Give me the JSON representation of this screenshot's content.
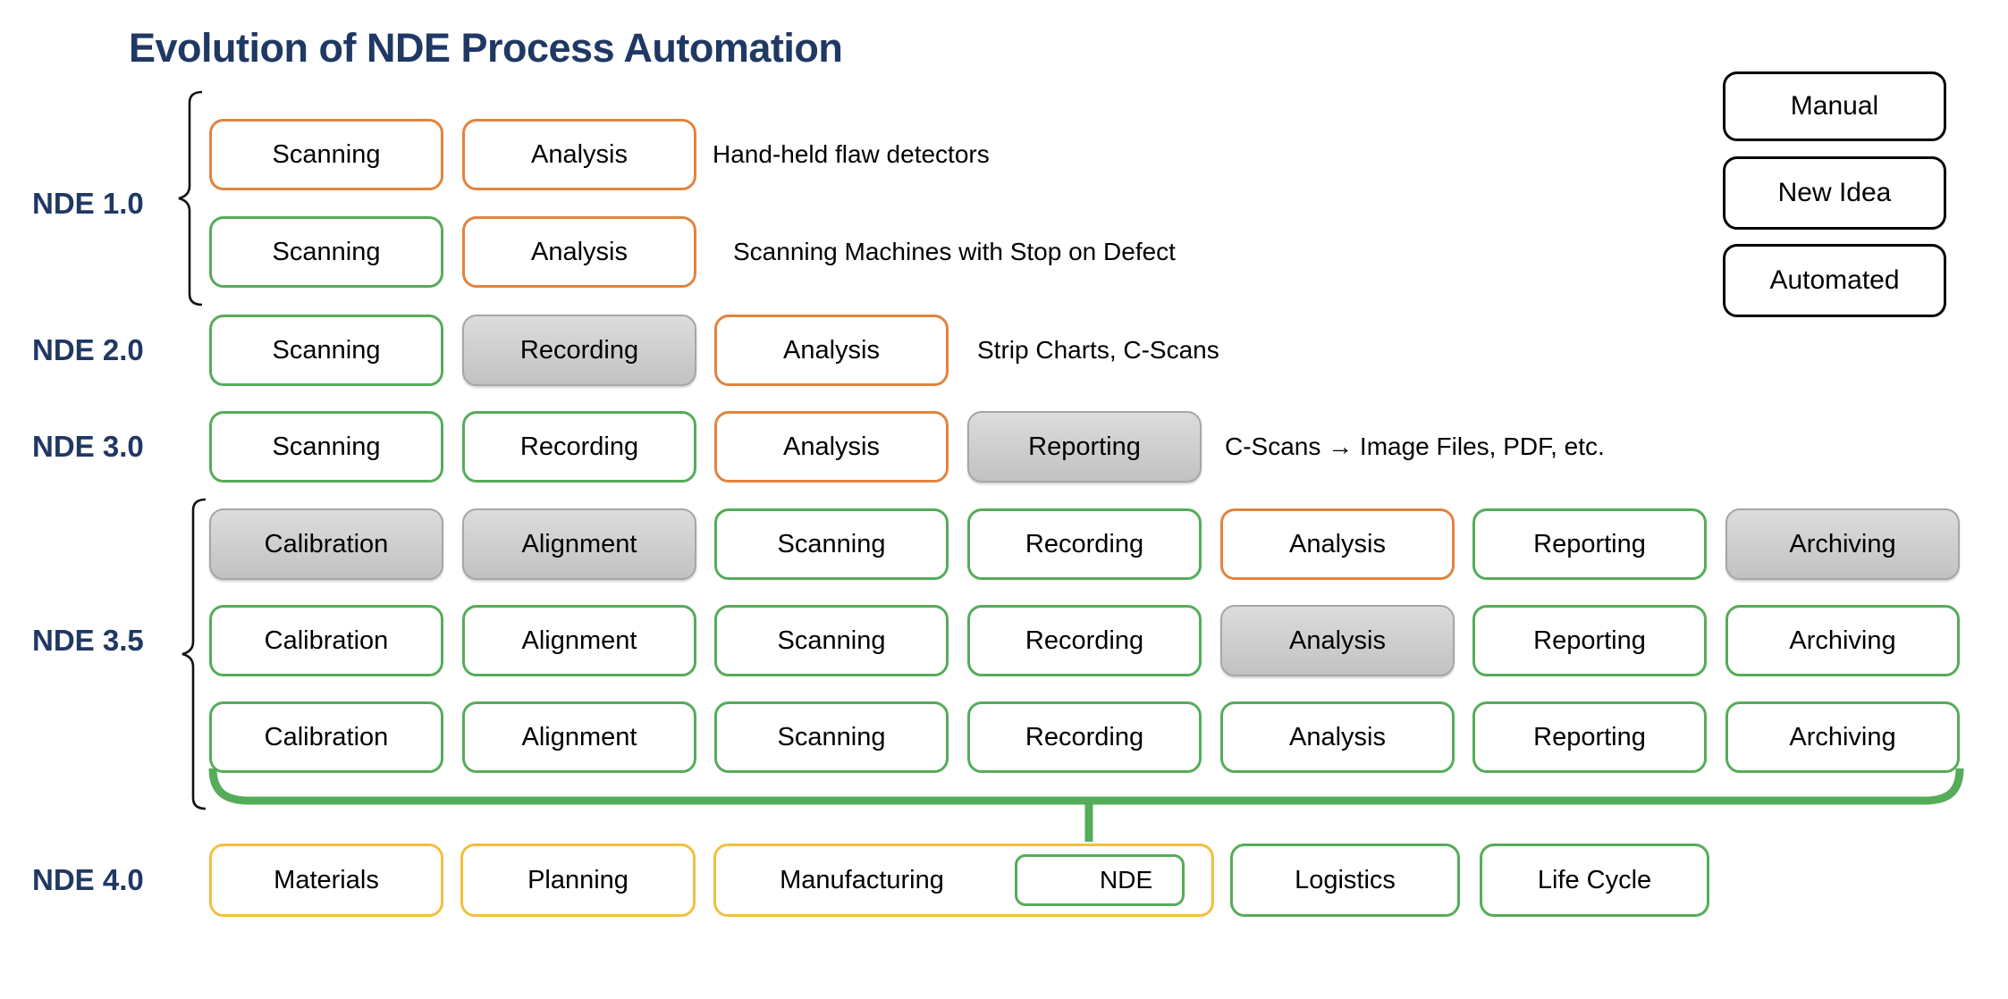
{
  "title": "Evolution of NDE Process Automation",
  "colors": {
    "navy": "#1F3864",
    "manual_orange": "#E2833E",
    "automated_green": "#55AC59",
    "new_idea_gray": "#C9C9C9",
    "nde4_gold": "#F3BF3E"
  },
  "legend": [
    {
      "label": "Manual",
      "type": "manual"
    },
    {
      "label": "New Idea",
      "type": "new_idea"
    },
    {
      "label": "Automated",
      "type": "automated"
    }
  ],
  "generations": [
    {
      "label": "NDE 1.0",
      "rows": [
        {
          "boxes": [
            {
              "label": "Scanning",
              "type": "manual"
            },
            {
              "label": "Analysis",
              "type": "manual"
            }
          ],
          "annotation": "Hand-held flaw detectors"
        },
        {
          "boxes": [
            {
              "label": "Scanning",
              "type": "automated"
            },
            {
              "label": "Analysis",
              "type": "manual"
            }
          ],
          "annotation": "Scanning Machines with Stop on Defect"
        }
      ]
    },
    {
      "label": "NDE 2.0",
      "rows": [
        {
          "boxes": [
            {
              "label": "Scanning",
              "type": "automated"
            },
            {
              "label": "Recording",
              "type": "new_idea"
            },
            {
              "label": "Analysis",
              "type": "manual"
            }
          ],
          "annotation": "Strip Charts, C-Scans"
        }
      ]
    },
    {
      "label": "NDE 3.0",
      "rows": [
        {
          "boxes": [
            {
              "label": "Scanning",
              "type": "automated"
            },
            {
              "label": "Recording",
              "type": "automated"
            },
            {
              "label": "Analysis",
              "type": "manual"
            },
            {
              "label": "Reporting",
              "type": "new_idea"
            }
          ],
          "annotation": "C-Scans → Image Files, PDF, etc."
        }
      ]
    },
    {
      "label": "NDE 3.5",
      "rows": [
        {
          "boxes": [
            {
              "label": "Calibration",
              "type": "new_idea"
            },
            {
              "label": "Alignment",
              "type": "new_idea"
            },
            {
              "label": "Scanning",
              "type": "automated"
            },
            {
              "label": "Recording",
              "type": "automated"
            },
            {
              "label": "Analysis",
              "type": "manual"
            },
            {
              "label": "Reporting",
              "type": "automated"
            },
            {
              "label": "Archiving",
              "type": "new_idea"
            }
          ]
        },
        {
          "boxes": [
            {
              "label": "Calibration",
              "type": "automated"
            },
            {
              "label": "Alignment",
              "type": "automated"
            },
            {
              "label": "Scanning",
              "type": "automated"
            },
            {
              "label": "Recording",
              "type": "automated"
            },
            {
              "label": "Analysis",
              "type": "new_idea"
            },
            {
              "label": "Reporting",
              "type": "automated"
            },
            {
              "label": "Archiving",
              "type": "automated"
            }
          ]
        },
        {
          "boxes": [
            {
              "label": "Calibration",
              "type": "automated"
            },
            {
              "label": "Alignment",
              "type": "automated"
            },
            {
              "label": "Scanning",
              "type": "automated"
            },
            {
              "label": "Recording",
              "type": "automated"
            },
            {
              "label": "Analysis",
              "type": "automated"
            },
            {
              "label": "Reporting",
              "type": "automated"
            },
            {
              "label": "Archiving",
              "type": "automated"
            }
          ]
        }
      ]
    },
    {
      "label": "NDE 4.0",
      "rows": [
        {
          "boxes": [
            {
              "label": "Materials",
              "type": "nde4"
            },
            {
              "label": "Planning",
              "type": "nde4"
            },
            {
              "label": "Manufacturing",
              "type": "nde4",
              "child": {
                "label": "NDE",
                "type": "automated"
              }
            },
            {
              "label": "Logistics",
              "type": "automated"
            },
            {
              "label": "Life Cycle",
              "type": "automated"
            }
          ]
        }
      ]
    }
  ]
}
